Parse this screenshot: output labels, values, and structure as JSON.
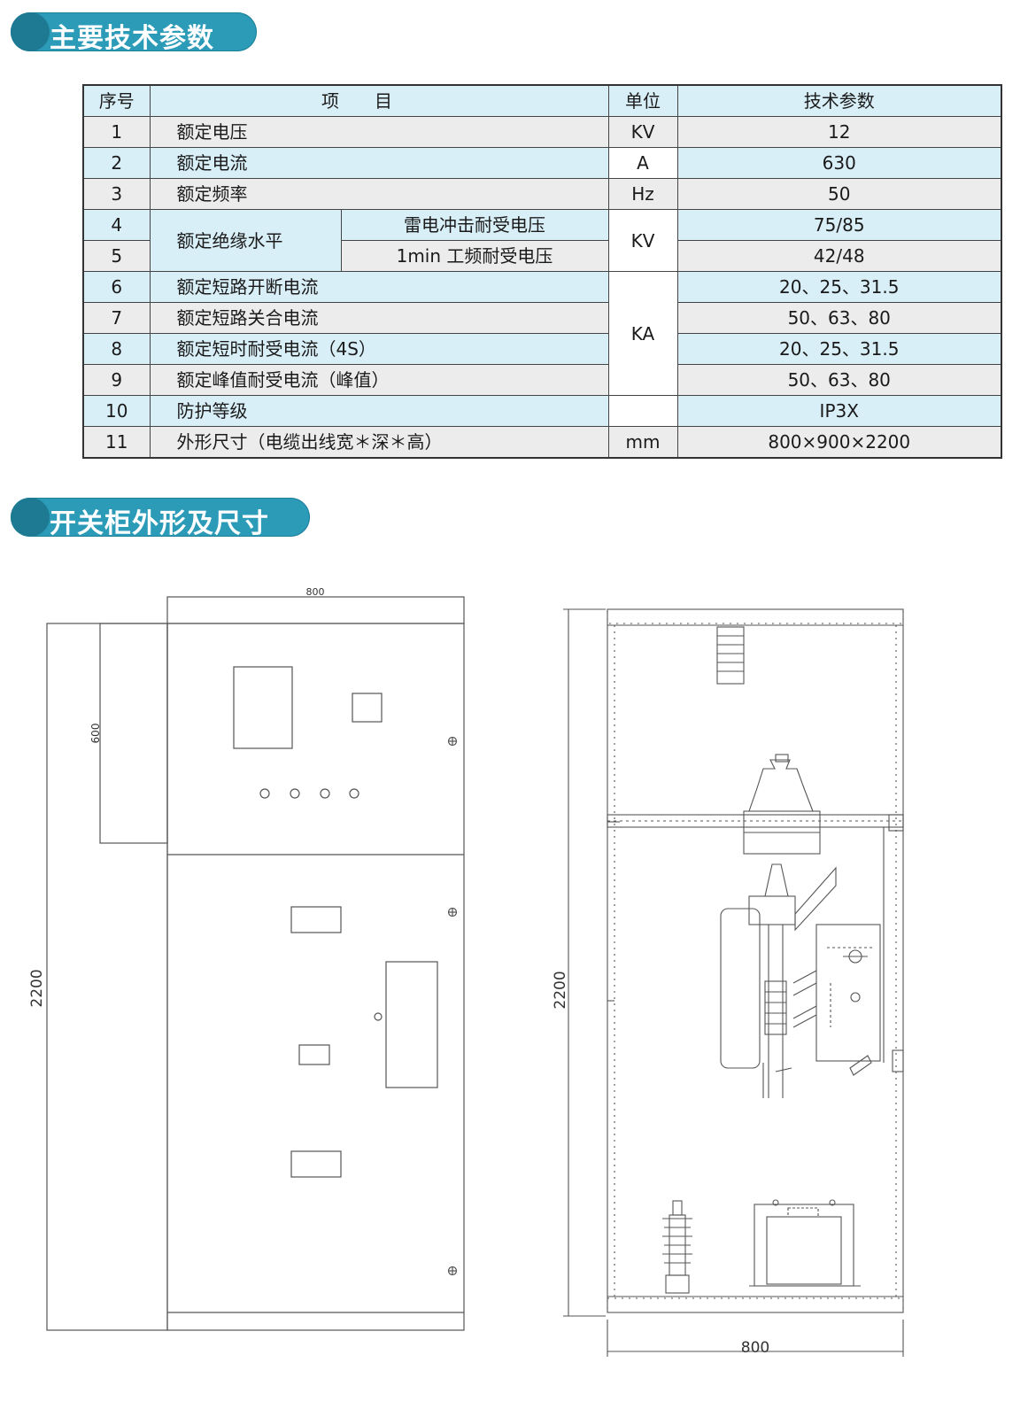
{
  "sections": {
    "tech_params_title": "主要技术参数",
    "outline_title": "开关柜外形及尺寸"
  },
  "table": {
    "headers": {
      "index": "序号",
      "item": "项　　目",
      "unit": "单位",
      "value": "技术参数"
    },
    "rows": [
      {
        "index": "1",
        "item": "额定电压",
        "unit": "KV",
        "value": "12"
      },
      {
        "index": "2",
        "item": "额定电流",
        "unit": "A",
        "value": "630"
      },
      {
        "index": "3",
        "item": "额定频率",
        "unit": "Hz",
        "value": "50"
      },
      {
        "index": "4",
        "item": "额定绝缘水平",
        "subitem": "雷电冲击耐受电压",
        "unit": "KV",
        "value": "75/85"
      },
      {
        "index": "5",
        "subitem": "1min 工频耐受电压",
        "value": "42/48"
      },
      {
        "index": "6",
        "item": "额定短路开断电流",
        "unit": "KA",
        "value": "20、25、31.5"
      },
      {
        "index": "7",
        "item": "额定短路关合电流",
        "value": "50、63、80"
      },
      {
        "index": "8",
        "item": "额定短时耐受电流（4S）",
        "value": "20、25、31.5"
      },
      {
        "index": "9",
        "item": "额定峰值耐受电流（峰值）",
        "value": "50、63、80"
      },
      {
        "index": "10",
        "item": "防护等级",
        "unit": "",
        "value": "IP3X"
      },
      {
        "index": "11",
        "item": "外形尺寸（电缆出线宽＊深＊高）",
        "unit": "mm",
        "value": "800×900×2200"
      }
    ]
  },
  "front_view": {
    "width_label": "800",
    "height_label": "2200",
    "door_label": "600"
  },
  "side_view": {
    "width_label": "800",
    "height_label": "2200"
  },
  "colors": {
    "accent": "#2b9bb8",
    "row_blue": "#d9eff8",
    "row_grey": "#ececec"
  }
}
